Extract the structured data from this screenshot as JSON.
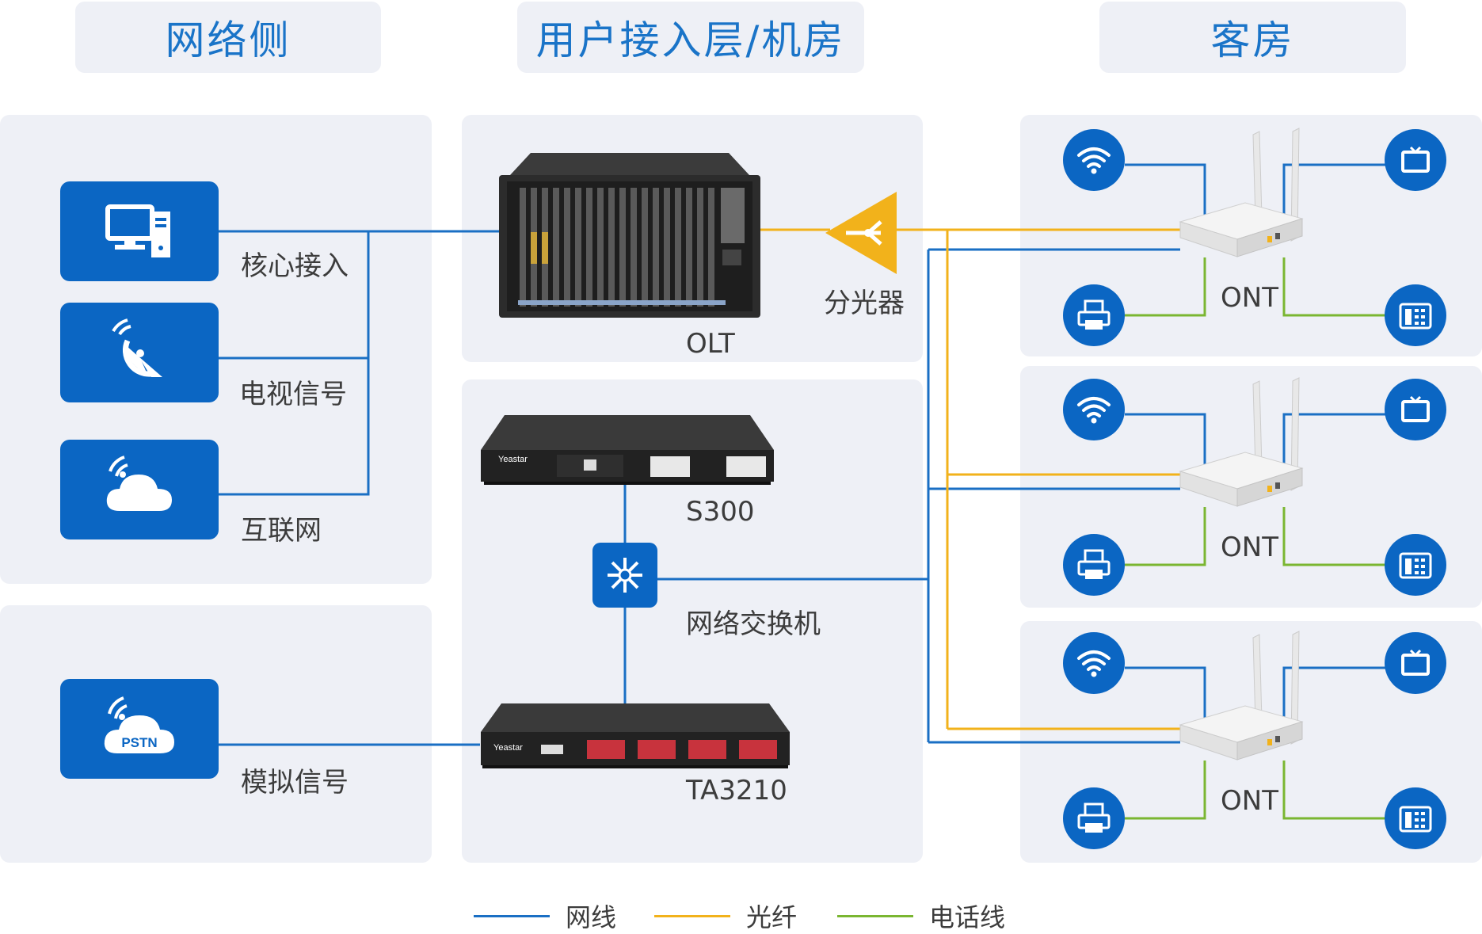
{
  "headers": {
    "network_side": "网络侧",
    "access_room": "用户接入层/机房",
    "guest_room": "客房"
  },
  "network_sources": [
    {
      "label": "核心接入",
      "icon": "computer-icon"
    },
    {
      "label": "电视信号",
      "icon": "satellite-dish-icon"
    },
    {
      "label": "互联网",
      "icon": "cloud-icon"
    }
  ],
  "pstn": {
    "label": "模拟信号",
    "badge": "PSTN",
    "icon": "pstn-cloud-icon"
  },
  "devices": {
    "olt": "OLT",
    "splitter": "分光器",
    "s300": "S300",
    "s300_brand": "Yeastar",
    "switch": "网络交换机",
    "ta3210": "TA3210",
    "ta3210_brand": "Yeastar"
  },
  "rooms": [
    {
      "ont_label": "ONT",
      "icons": [
        "wifi-icon",
        "tv-icon",
        "printer-icon",
        "phone-icon"
      ]
    },
    {
      "ont_label": "ONT",
      "icons": [
        "wifi-icon",
        "tv-icon",
        "printer-icon",
        "phone-icon"
      ]
    },
    {
      "ont_label": "ONT",
      "icons": [
        "wifi-icon",
        "tv-icon",
        "printer-icon",
        "phone-icon"
      ]
    }
  ],
  "legend": [
    {
      "label": "网线",
      "color": "#1a6fc4"
    },
    {
      "label": "光纤",
      "color": "#f2b21b"
    },
    {
      "label": "电话线",
      "color": "#7ab631"
    }
  ],
  "colors": {
    "network": "#1a6fc4",
    "fiber": "#f2b21b",
    "phone": "#7ab631",
    "accent": "#0b66c3"
  }
}
